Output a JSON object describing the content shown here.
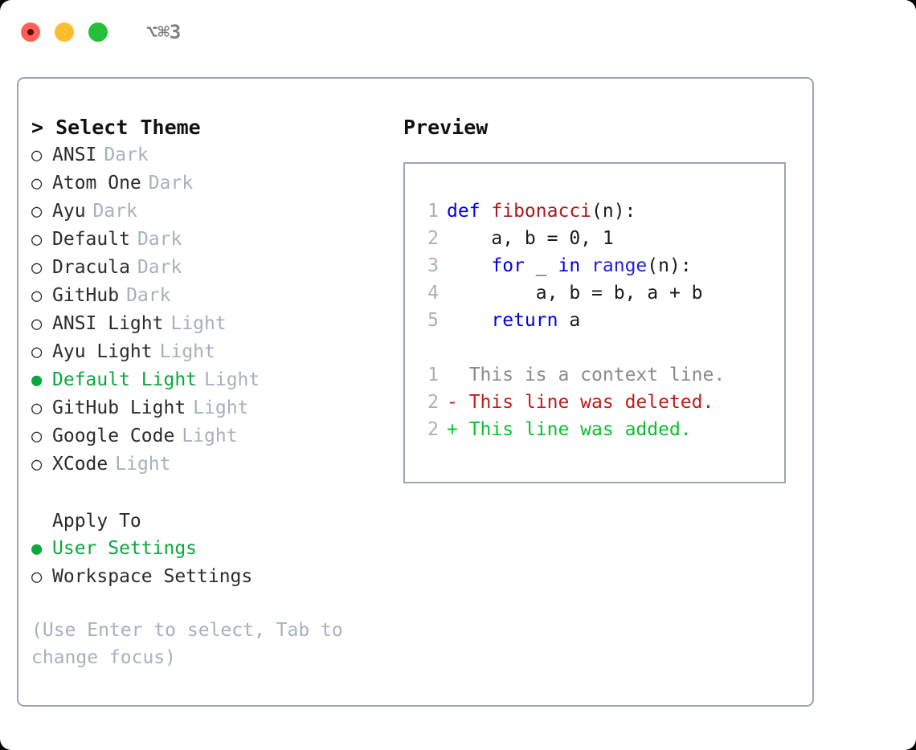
{
  "titlebar": {
    "shortcut": "⌥⌘3",
    "lights": [
      {
        "name": "close",
        "color": "#ff6159"
      },
      {
        "name": "minimize",
        "color": "#ffbd2e"
      },
      {
        "name": "maximize",
        "color": "#25c03b"
      }
    ]
  },
  "theme_panel": {
    "heading": "> Select Theme",
    "marker_selected": "●",
    "marker_unselected": "○",
    "items": [
      {
        "name": "ANSI",
        "tag": "Dark",
        "selected": false
      },
      {
        "name": "Atom One",
        "tag": "Dark",
        "selected": false
      },
      {
        "name": "Ayu",
        "tag": "Dark",
        "selected": false
      },
      {
        "name": "Default",
        "tag": "Dark",
        "selected": false
      },
      {
        "name": "Dracula",
        "tag": "Dark",
        "selected": false
      },
      {
        "name": "GitHub",
        "tag": "Dark",
        "selected": false
      },
      {
        "name": "ANSI Light",
        "tag": "Light",
        "selected": false
      },
      {
        "name": "Ayu Light",
        "tag": "Light",
        "selected": false
      },
      {
        "name": "Default Light",
        "tag": "Light",
        "selected": true
      },
      {
        "name": "GitHub Light",
        "tag": "Light",
        "selected": false
      },
      {
        "name": "Google Code",
        "tag": "Light",
        "selected": false
      },
      {
        "name": "XCode",
        "tag": "Light",
        "selected": false
      }
    ]
  },
  "apply_to": {
    "heading": "Apply To",
    "items": [
      {
        "name": "User Settings",
        "selected": true
      },
      {
        "name": "Workspace Settings",
        "selected": false
      }
    ]
  },
  "hint": "(Use Enter to select, Tab to change focus)",
  "preview": {
    "title": "Preview",
    "code_lines": [
      {
        "gutter": "1",
        "segments": [
          {
            "text": "def ",
            "style": "kw"
          },
          {
            "text": "fibonacci",
            "style": "fn"
          },
          {
            "text": "(n):",
            "style": "plain"
          }
        ]
      },
      {
        "gutter": "2",
        "segments": [
          {
            "text": "    a, b = 0, 1",
            "style": "plain"
          }
        ]
      },
      {
        "gutter": "3",
        "segments": [
          {
            "text": "    ",
            "style": "plain"
          },
          {
            "text": "for",
            "style": "kw"
          },
          {
            "text": " _ ",
            "style": "plain"
          },
          {
            "text": "in ",
            "style": "kw"
          },
          {
            "text": "range",
            "style": "bi"
          },
          {
            "text": "(n):",
            "style": "plain"
          }
        ]
      },
      {
        "gutter": "4",
        "segments": [
          {
            "text": "        a, b = b, a + b",
            "style": "plain"
          }
        ]
      },
      {
        "gutter": "5",
        "segments": [
          {
            "text": "    ",
            "style": "plain"
          },
          {
            "text": "return",
            "style": "kw"
          },
          {
            "text": " a",
            "style": "plain"
          }
        ]
      }
    ],
    "diff_lines": [
      {
        "gutter": "1",
        "prefix": "  ",
        "text": "This is a context line.",
        "kind": "context"
      },
      {
        "gutter": "2",
        "prefix": "- ",
        "text": "This line was deleted.",
        "kind": "deleted"
      },
      {
        "gutter": "2",
        "prefix": "+ ",
        "text": "This line was added.",
        "kind": "added"
      }
    ]
  },
  "colors": {
    "accent_selected": "#0aa83c",
    "muted": "#a8b0bd",
    "border": "#9ba5b4",
    "keyword": "#0000e6",
    "function": "#a61b1b",
    "builtin": "#2222dd",
    "diff_added": "#0ac02e",
    "diff_deleted": "#c21b1b",
    "diff_context": "#8a8a8a"
  }
}
